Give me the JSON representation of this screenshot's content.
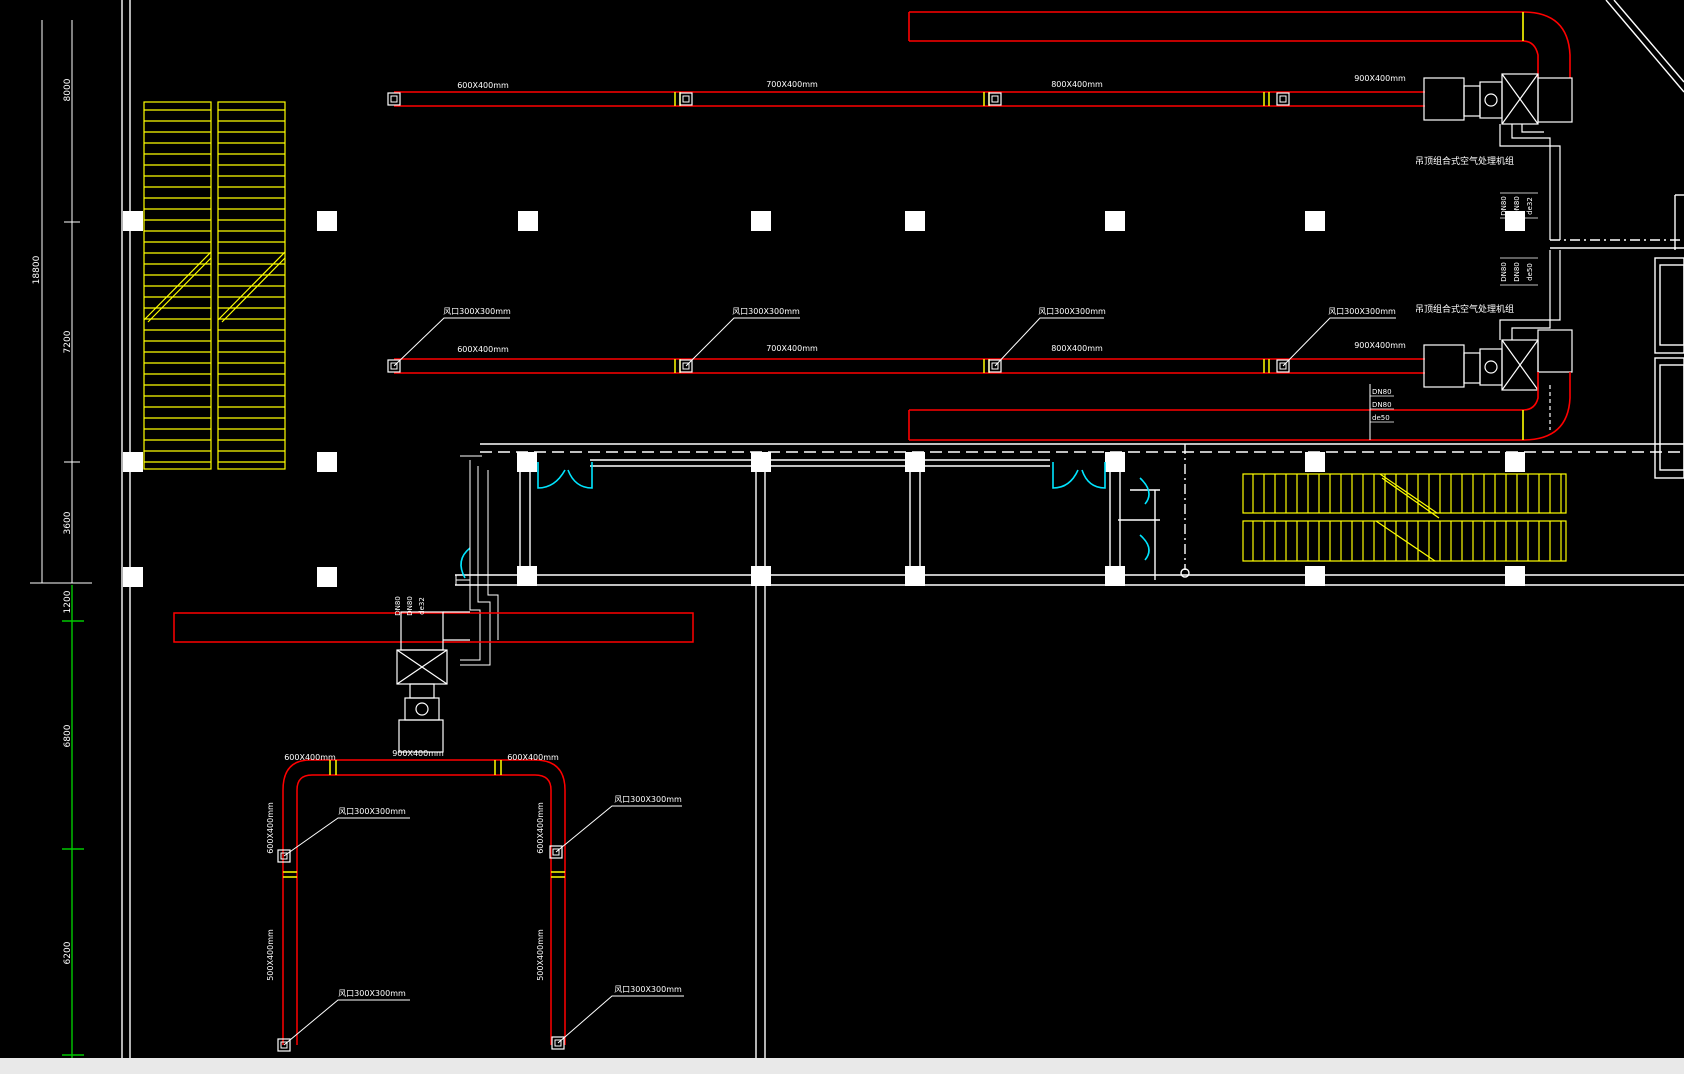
{
  "colors": {
    "background": "#000000",
    "wall": "#ffffff",
    "duct": "#ff0000",
    "stair": "#ffff00",
    "door": "#00e5ff",
    "dimension_green": "#00c800",
    "status_bar": "#e9e9e9"
  },
  "dimensions": {
    "d8000": "8000",
    "d18800": "18800",
    "d7200": "7200",
    "d3600": "3600",
    "d1200": "1200",
    "d6800": "6800",
    "d6200": "6200"
  },
  "top_duct": {
    "seg1": "600X400mm",
    "seg2": "700X400mm",
    "seg3": "800X400mm",
    "seg4": "900X400mm"
  },
  "mid_duct": {
    "seg1": "600X400mm",
    "seg2": "700X400mm",
    "seg3": "800X400mm",
    "seg4": "900X400mm",
    "outlet1": "风口300X300mm",
    "outlet2": "风口300X300mm",
    "outlet3": "风口300X300mm",
    "outlet4": "风口300X300mm"
  },
  "ahu": {
    "top_label": "吊顶组合式空气处理机组",
    "bottom_label": "吊顶组合式空气处理机组"
  },
  "pipes": {
    "right_col1": "DN80",
    "right_col2": "DN80",
    "right_col3": "de32",
    "right_low1": "DN80",
    "right_low2": "DN80",
    "right_low3": "de50",
    "tag1": "DN80",
    "tag2": "DN80",
    "tag3": "de50",
    "lower_col1": "DN80",
    "lower_col2": "DN80",
    "lower_col3": "de32"
  },
  "lower_duct": {
    "main": "900X400mm",
    "left_top": "600X400mm",
    "right_top": "600X400mm",
    "left_vert_upper": "600X400mm",
    "left_vert_lower": "500X400mm",
    "right_vert_upper": "600X400mm",
    "right_vert_lower": "500X400mm",
    "outlet_left_upper": "风口300X300mm",
    "outlet_right_upper": "风口300X300mm",
    "outlet_left_lower": "风口300X300mm",
    "outlet_right_lower": "风口300X300mm"
  }
}
